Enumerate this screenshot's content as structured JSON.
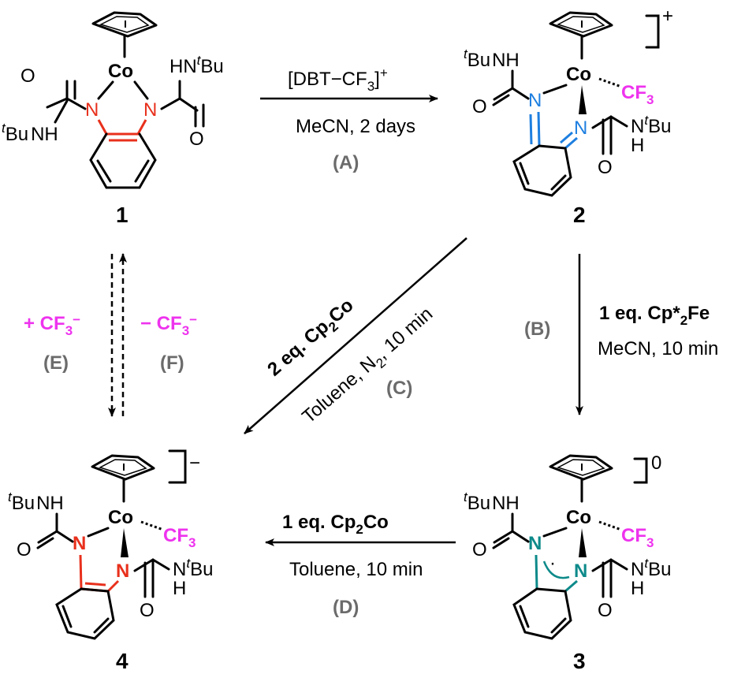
{
  "colors": {
    "cf3": "#ee33ee",
    "n_blue": "#1e7fe0",
    "n_red": "#e8301c",
    "n_teal": "#0e8a8a",
    "condition_letter": "#6b6b6b"
  },
  "compounds": {
    "c1": {
      "number": "1",
      "metal": "Co",
      "n_left": "N",
      "n_right": "N",
      "nh_left": "NH",
      "nh_left_prefix": "t",
      "nh_left_bu": "Bu",
      "hn_right": "HN",
      "hn_right_t": "t",
      "hn_right_bu": "Bu",
      "o_left": "O",
      "o_right": "O"
    },
    "c2": {
      "number": "2",
      "charge": "+",
      "metal": "Co",
      "ligand": "CF",
      "ligand_sub": "3",
      "n_left": "N",
      "n_right": "N",
      "nh_t": "t",
      "nh_bu": "Bu",
      "nh": "NH",
      "nh2": "N",
      "nh2_t": "t",
      "nh2_bu": "Bu",
      "h": "H",
      "o_left": "O",
      "o_right": "O"
    },
    "c3": {
      "number": "3",
      "charge": "0",
      "metal": "Co",
      "ligand": "CF",
      "ligand_sub": "3",
      "n_left": "N",
      "n_right": "N",
      "radical": "·",
      "nh_t": "t",
      "nh_bu": "Bu",
      "nh": "NH",
      "nh2": "N",
      "nh2_t": "t",
      "nh2_bu": "Bu",
      "h": "H",
      "o_left": "O",
      "o_right": "O"
    },
    "c4": {
      "number": "4",
      "charge": "−",
      "metal": "Co",
      "ligand": "CF",
      "ligand_sub": "3",
      "n_left": "N",
      "n_right": "N",
      "nh_t": "t",
      "nh_bu": "Bu",
      "nh": "NH",
      "nh2": "N",
      "nh2_t": "t",
      "nh2_bu": "Bu",
      "h": "H",
      "o_left": "O",
      "o_right": "O"
    }
  },
  "steps": {
    "A": {
      "reagent": "[DBT−CF",
      "reagent_sub": "3",
      "reagent_sup": "]",
      "reagent_charge": "+",
      "conditions": "MeCN, 2 days",
      "label": "(A)"
    },
    "B": {
      "reagent": "1 eq. Cp*",
      "reagent_sub": "2",
      "reagent_tail": "Fe",
      "conditions": "MeCN, 10 min",
      "label": "(B)"
    },
    "C": {
      "reagent": "2 eq. Cp",
      "reagent_sub": "2",
      "reagent_tail": "Co",
      "conditions_a": "Toluene, N",
      "conditions_sub": "2",
      "conditions_b": ", 10 min",
      "label": "(C)"
    },
    "D": {
      "reagent": "1 eq. Cp",
      "reagent_sub": "2",
      "reagent_tail": "Co",
      "conditions": "Toluene, 10 min",
      "label": "(D)"
    },
    "E": {
      "text": "+ CF",
      "sub": "3",
      "sup": "−",
      "label": "(E)"
    },
    "F": {
      "text": "− CF",
      "sub": "3",
      "sup": "−",
      "label": "(F)"
    }
  }
}
